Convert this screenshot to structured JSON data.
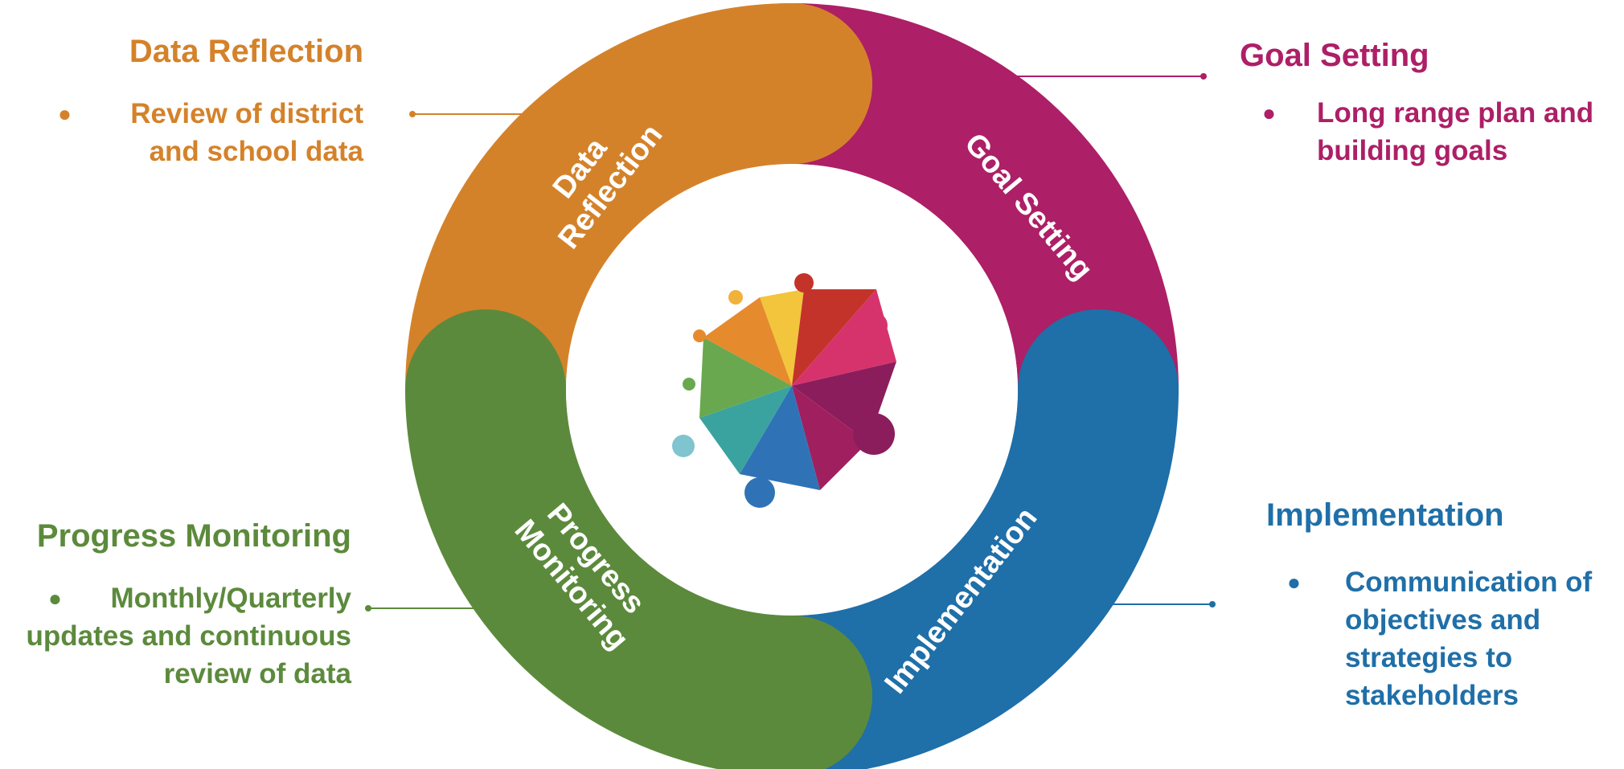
{
  "colors": {
    "data_reflection": "#d4822a",
    "goal_setting": "#ad1f66",
    "implementation": "#1f6fa8",
    "progress_monitoring": "#5c8a3c"
  },
  "segments": {
    "data_reflection": {
      "line1": "Data",
      "line2": "Reflection"
    },
    "goal_setting": {
      "line1": "Goal Setting"
    },
    "implementation": {
      "line1": "Implementation"
    },
    "progress_monitoring": {
      "line1": "Progress",
      "line2": "Monitoring"
    }
  },
  "panels": {
    "data_reflection": {
      "title": "Data Reflection",
      "bullet": "●",
      "lines": [
        "Review of district",
        "and school data"
      ]
    },
    "goal_setting": {
      "title": "Goal Setting",
      "bullet": "●",
      "lines": [
        "Long range plan and",
        "building goals"
      ]
    },
    "progress_monitoring": {
      "title": "Progress Monitoring",
      "bullet": "●",
      "lines": [
        "Monthly/Quarterly",
        "updates and continuous",
        "review of data"
      ]
    },
    "implementation": {
      "title": "Implementation",
      "bullet": "●",
      "lines": [
        "Communication of",
        "objectives and",
        "strategies to",
        "stakeholders"
      ]
    }
  },
  "center_logo": {
    "icon": "people-star-logo-icon"
  }
}
